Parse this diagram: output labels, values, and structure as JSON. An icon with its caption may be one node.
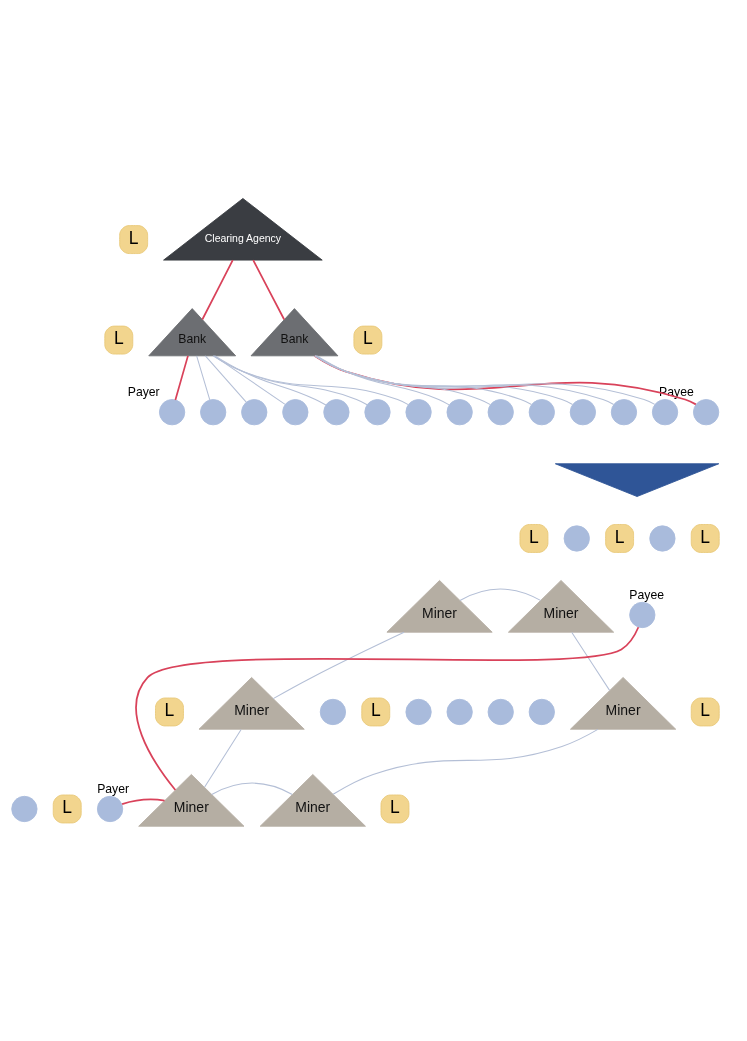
{
  "diagram": {
    "nodes": [
      {
        "text": [
          "Clearing Agency"
        ]
      },
      {
        "text": [
          "L"
        ]
      },
      {
        "text": [
          "L"
        ]
      },
      {
        "text": [
          "Bank"
        ]
      },
      {
        "text": [
          "Bank"
        ]
      },
      {
        "text": [
          "L"
        ]
      },
      {
        "text": [],
        "shape": "circle",
        "beside": [
          "Payee"
        ]
      },
      {
        "text": [],
        "shape": "circle",
        "beside": [
          "Payer"
        ]
      },
      {
        "text": [],
        "shape": "circle"
      },
      {
        "text": [],
        "shape": "circle"
      },
      {
        "text": [],
        "shape": "circle"
      },
      {
        "text": [],
        "shape": "circle"
      },
      {
        "text": [],
        "shape": "circle"
      },
      {
        "text": [],
        "shape": "circle"
      },
      {
        "text": [],
        "shape": "circle"
      },
      {
        "text": [],
        "shape": "circle"
      },
      {
        "text": [],
        "shape": "circle"
      },
      {
        "text": [],
        "shape": "circle"
      },
      {
        "text": [],
        "shape": "circle"
      },
      {
        "text": [],
        "shape": "circle"
      },
      {
        "text": [
          "L"
        ]
      },
      {
        "text": [
          "L"
        ]
      },
      {
        "text": [],
        "shape": "circle"
      },
      {
        "text": [
          "L"
        ]
      },
      {
        "text": [
          "Miner"
        ]
      },
      {
        "text": [
          "Miner"
        ]
      },
      {
        "text": [],
        "shape": "circle",
        "beside": [
          "Payee"
        ]
      },
      {
        "text": [],
        "shape": "circle"
      },
      {
        "text": [
          "L"
        ]
      },
      {
        "text": [
          "L"
        ]
      },
      {
        "text": [],
        "shape": "circle"
      },
      {
        "text": [],
        "shape": "circle"
      },
      {
        "text": [
          "Miner"
        ]
      },
      {
        "text": [
          "Miner"
        ]
      },
      {
        "text": [
          "L"
        ]
      },
      {
        "text": [],
        "shape": "circle"
      },
      {
        "text": [],
        "shape": "circle"
      },
      {
        "text": [],
        "shape": "circle"
      },
      {
        "text": [],
        "shape": "circle"
      },
      {
        "text": [],
        "shape": "circle",
        "beside": [
          "Payer"
        ]
      },
      {
        "text": [
          "L"
        ]
      },
      {
        "text": [
          "Miner"
        ]
      },
      {
        "text": [
          "Miner"
        ]
      },
      {
        "text": [
          "L"
        ]
      },
      {
        "text": [],
        "shape": "triangle"
      }
    ],
    "edges": [
      {
        "from": 0,
        "to": 3,
        "arrow": "none",
        "color": "#d9425a"
      },
      {
        "from": 0,
        "to": 4,
        "arrow": "none",
        "color": "#d9425a"
      },
      {
        "from": 3,
        "to": 7,
        "arrow": "none",
        "color": "#d9425a"
      },
      {
        "from": 3,
        "to": 8,
        "arrow": "none"
      },
      {
        "from": 3,
        "to": 9,
        "arrow": "none"
      },
      {
        "from": 3,
        "to": 10,
        "arrow": "none"
      },
      {
        "from": 3,
        "to": 11,
        "arrow": "none"
      },
      {
        "from": 3,
        "to": 12,
        "arrow": "none"
      },
      {
        "from": 3,
        "to": 13,
        "arrow": "none"
      },
      {
        "from": 4,
        "to": 6,
        "arrow": "none",
        "color": "#d9425a"
      },
      {
        "from": 4,
        "to": 14,
        "arrow": "none"
      },
      {
        "from": 4,
        "to": 15,
        "arrow": "none"
      },
      {
        "from": 4,
        "to": 16,
        "arrow": "none"
      },
      {
        "from": 4,
        "to": 17,
        "arrow": "none"
      },
      {
        "from": 4,
        "to": 18,
        "arrow": "none"
      },
      {
        "from": 4,
        "to": 19,
        "arrow": "none"
      },
      {
        "from": 24,
        "to": 25,
        "arrow": "none"
      },
      {
        "from": 24,
        "to": 32,
        "arrow": "none"
      },
      {
        "from": 25,
        "to": 33,
        "arrow": "none"
      },
      {
        "from": 32,
        "to": 41,
        "arrow": "none"
      },
      {
        "from": 41,
        "to": 42,
        "arrow": "none"
      },
      {
        "from": 42,
        "to": 33,
        "arrow": "none"
      },
      {
        "from": 39,
        "to": 41,
        "arrow": "none",
        "color": "#d9425a"
      },
      {
        "from": 41,
        "to": 26,
        "arrow": "none",
        "color": "#d9425a"
      }
    ]
  }
}
